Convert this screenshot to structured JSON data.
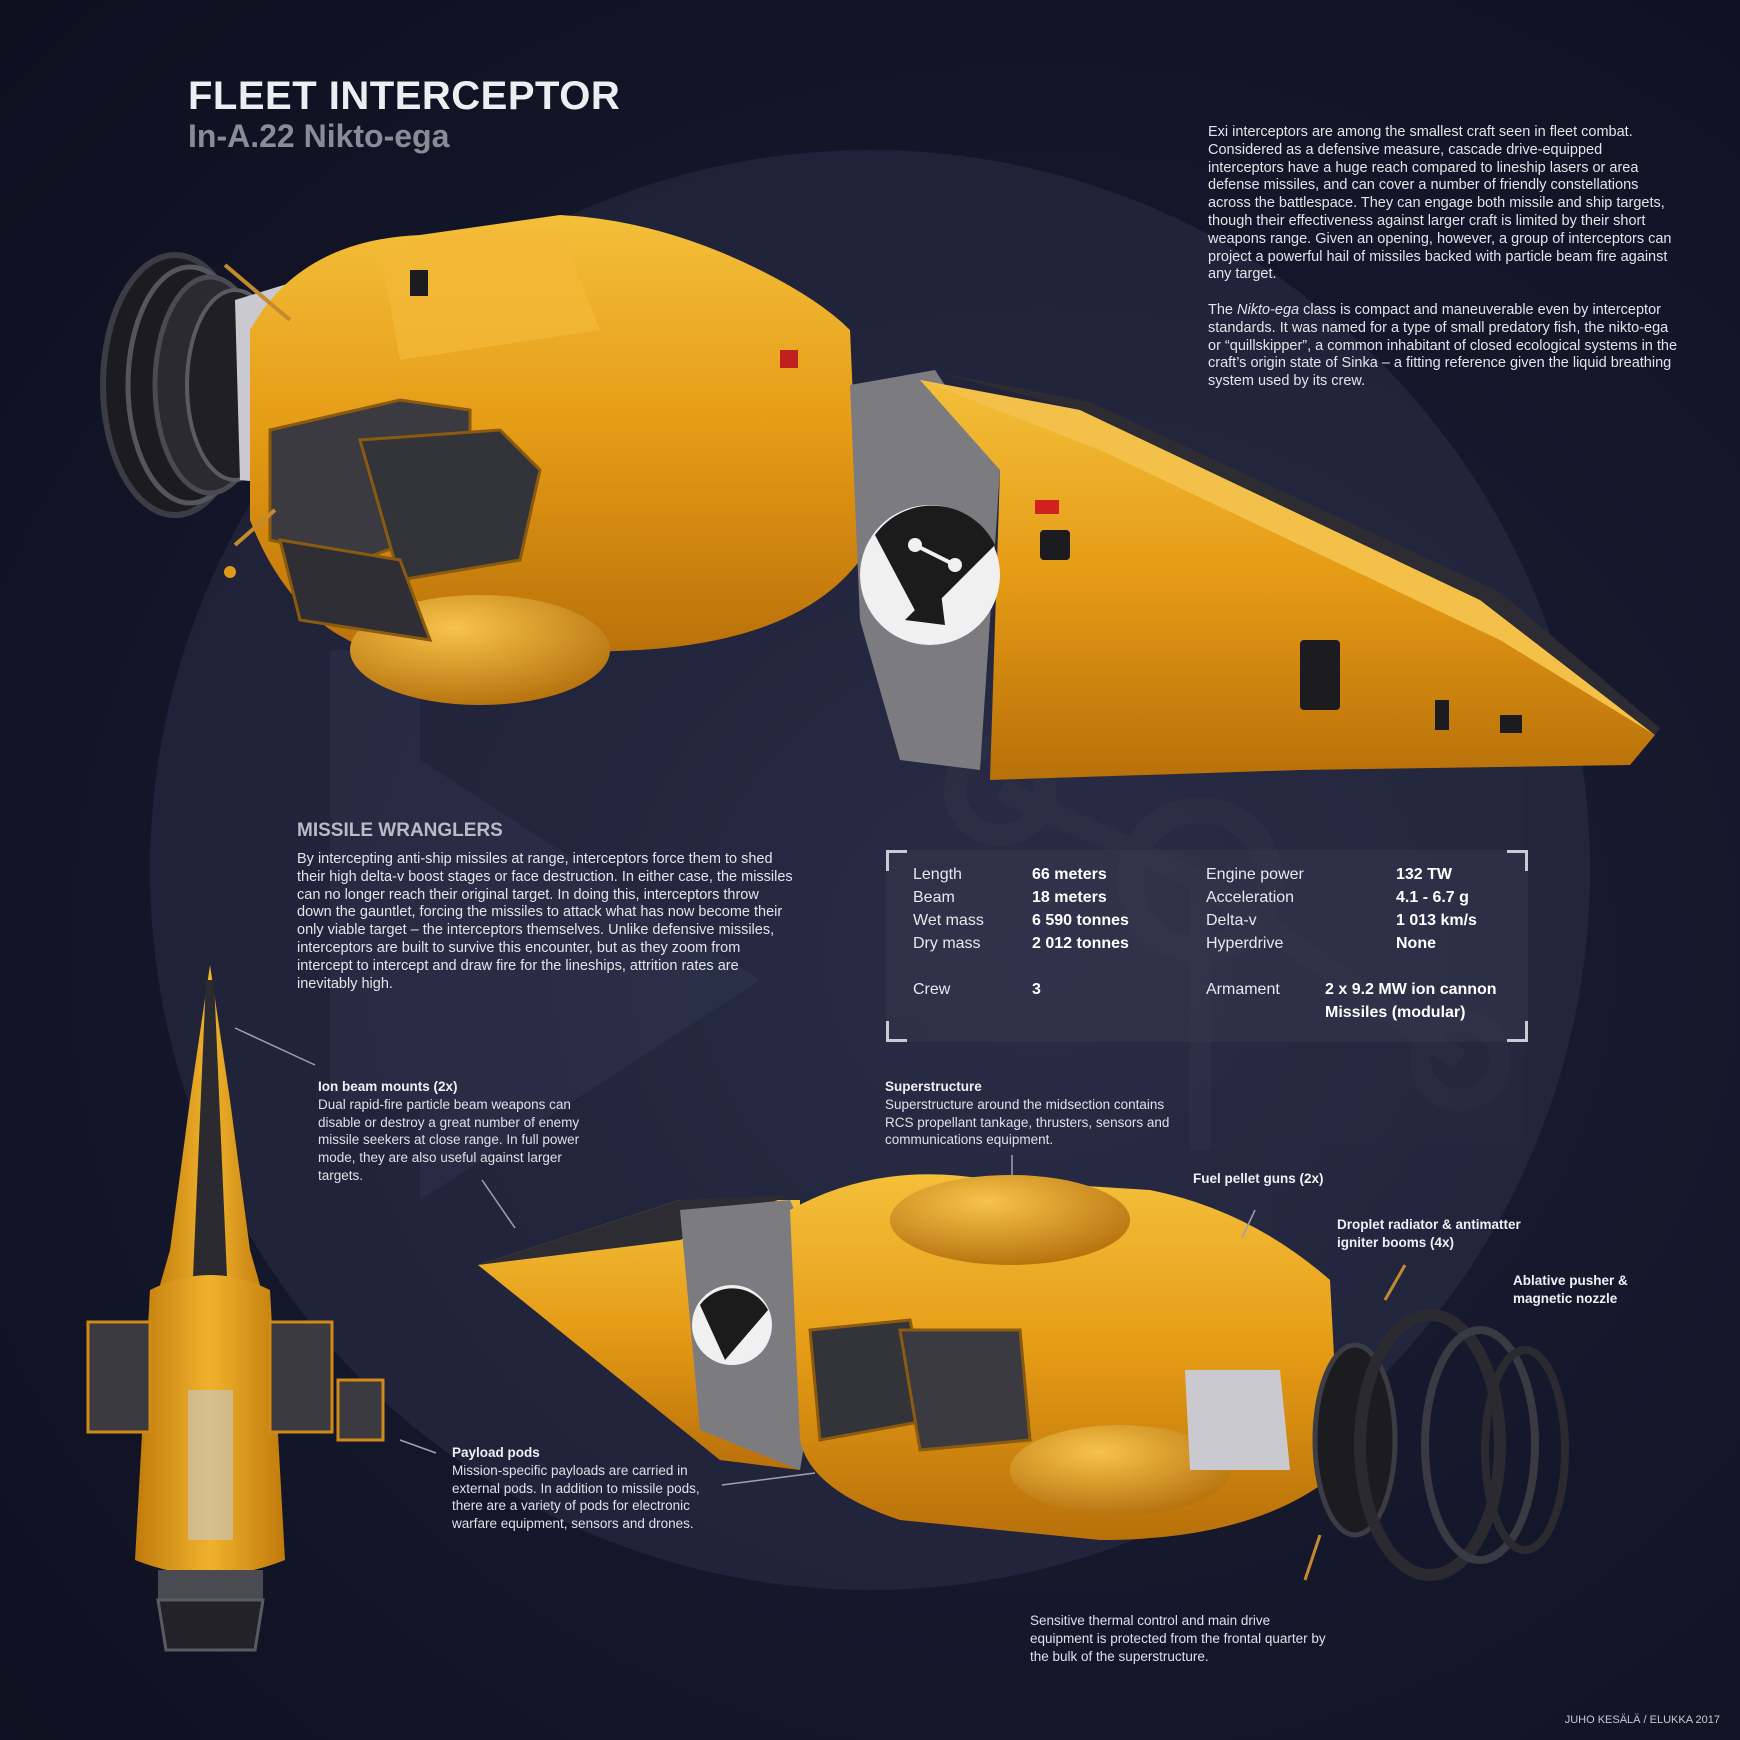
{
  "header": {
    "title": "FLEET INTERCEPTOR",
    "subtitle": "In-A.22 Nikto-ega"
  },
  "intro": {
    "p1": "Exi interceptors are among the smallest craft seen in fleet combat. Considered as a defensive measure, cascade drive-equipped interceptors have a huge reach compared to lineship lasers or area defense missiles, and can cover a number of friendly constellations across the battlespace. They can engage both missile and ship targets, though their effectiveness against larger craft is limited by their short weapons range. Given an opening, however, a group of interceptors can project a powerful hail of missiles backed with particle beam fire against any target.",
    "p2_pre": "The ",
    "p2_em": "Nikto-ega",
    "p2_post": " class is compact and maneuverable even by interceptor standards. It was named for a type of small predatory fish, the nikto-ega or “quillskipper”, a common inhabitant of closed ecological systems in the craft’s origin state of Sinka – a fitting reference given the liquid breathing system used by its crew."
  },
  "wranglers": {
    "heading": "MISSILE WRANGLERS",
    "text": "By intercepting anti-ship missiles at range, interceptors force them to shed their high delta-v boost stages or face destruction. In either case, the missiles can no longer reach their original target. In doing this, interceptors throw down the gauntlet, forcing the missiles to attack what has now become their only viable target – the interceptors themselves. Unlike defensive missiles, interceptors are built to survive this encounter, but as they zoom from intercept to intercept and draw fire for the lineships, attrition rates are inevitably high."
  },
  "specs": {
    "length_label": "Length",
    "length": "66 meters",
    "beam_label": "Beam",
    "beam": "18 meters",
    "wet_label": "Wet mass",
    "wet": "6 590 tonnes",
    "dry_label": "Dry mass",
    "dry": "2 012 tonnes",
    "crew_label": "Crew",
    "crew": "3",
    "engine_label": "Engine power",
    "engine": "132 TW",
    "accel_label": "Acceleration",
    "accel": "4.1 - 6.7 g",
    "dv_label": "Delta-v",
    "dv": "1 013 km/s",
    "hyper_label": "Hyperdrive",
    "hyper": "None",
    "arm_label": "Armament",
    "arm1": "2 x 9.2 MW ion cannon",
    "arm2": "Missiles (modular)"
  },
  "callouts": {
    "ion_h": "Ion beam mounts (2x)",
    "ion_t": "Dual rapid-fire particle beam weapons can disable or destroy a great number of enemy missile seekers at close range. In full power mode, they are also useful against larger targets.",
    "super_h": "Superstructure",
    "super_t": "Superstructure around the midsection contains RCS propellant tankage, thrusters, sensors and communications equipment.",
    "fuel_h": "Fuel pellet guns (2x)",
    "droplet_h": "Droplet radiator & antimatter igniter booms (4x)",
    "ablative_h": "Ablative pusher & magnetic nozzle",
    "payload_h": "Payload pods",
    "payload_t": "Mission-specific payloads are carried in external pods. In addition to missile pods, there are a variety of pods for electronic warfare equipment, sensors and drones.",
    "thermal_t": "Sensitive thermal control and main drive equipment is protected from the frontal quarter by the bulk of the superstructure."
  },
  "credit": "JUHO KESÄLÄ / ELUKKA 2017",
  "colors": {
    "background": "#14162a",
    "hull_yellow": "#e8a21a",
    "hull_grey": "#7a7a7e",
    "panel_dark": "#2a2a30"
  }
}
